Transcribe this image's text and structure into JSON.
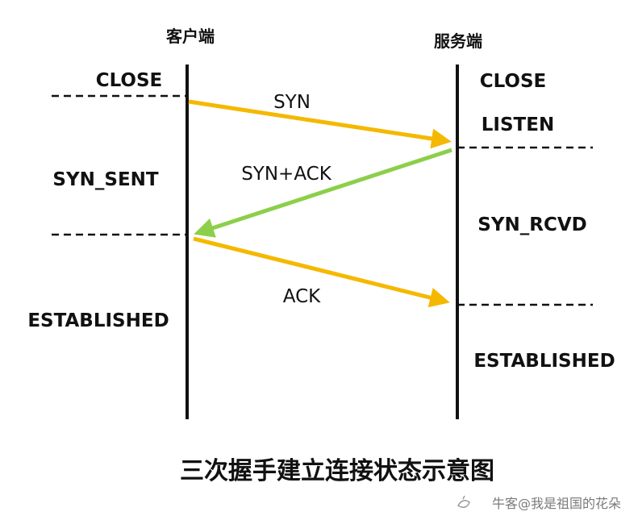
{
  "client": {
    "title": "客户端",
    "states": [
      "CLOSE",
      "SYN_SENT",
      "ESTABLISHED"
    ]
  },
  "server": {
    "title": "服务端",
    "states": [
      "CLOSE",
      "LISTEN",
      "SYN_RCVD",
      "ESTABLISHED"
    ]
  },
  "messages": [
    {
      "label": "SYN",
      "direction": "client-to-server"
    },
    {
      "label": "SYN+ACK",
      "direction": "server-to-client"
    },
    {
      "label": "ACK",
      "direction": "client-to-server"
    }
  ],
  "caption": "三次握手建立连接状态示意图",
  "watermark": "牛客@我是祖国的花朵",
  "colors": {
    "syn": "#f5b800",
    "synack": "#8ccf4a",
    "ack": "#f5b800",
    "line": "#111111"
  }
}
